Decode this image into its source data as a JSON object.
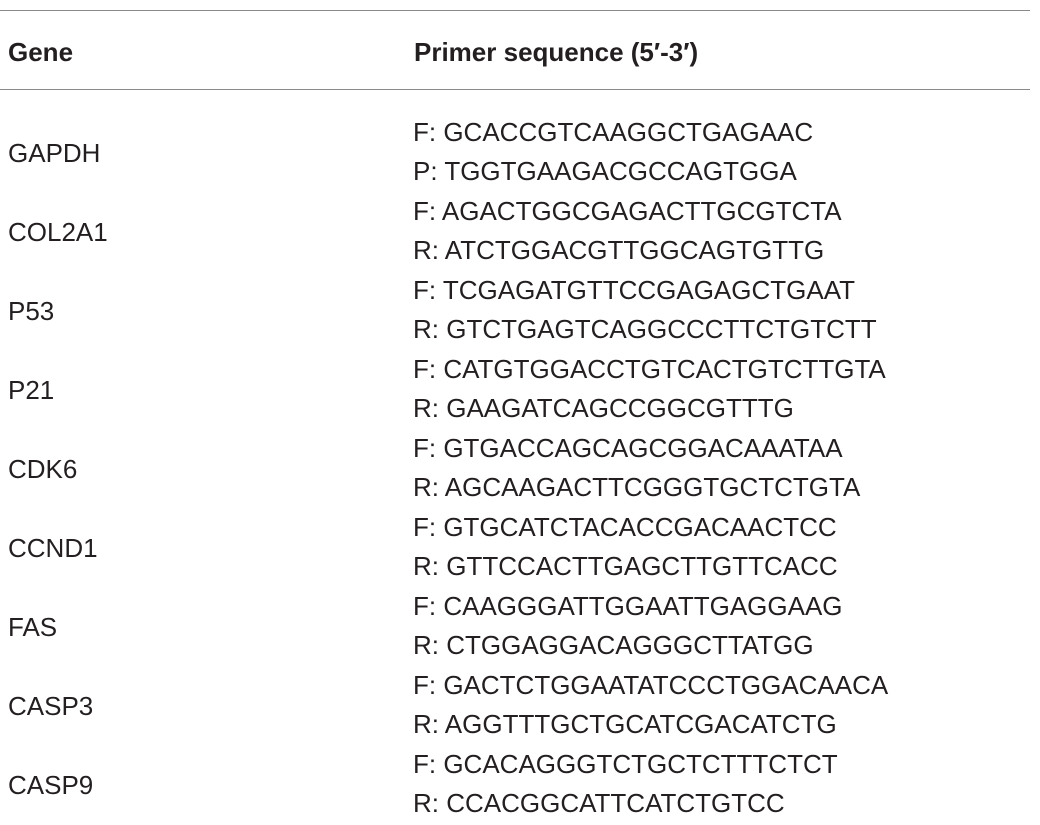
{
  "table": {
    "header": {
      "gene": "Gene",
      "sequence": "Primer sequence (5′-3′)"
    },
    "rows": [
      {
        "gene": "GAPDH",
        "forward": "F: GCACCGTCAAGGCTGAGAAC",
        "reverse": "P: TGGTGAAGACGCCAGTGGA"
      },
      {
        "gene": "COL2A1",
        "forward": "F: AGACTGGCGAGACTTGCGTCTA",
        "reverse": "R: ATCTGGACGTTGGCAGTGTTG"
      },
      {
        "gene": "P53",
        "forward": "F: TCGAGATGTTCCGAGAGCTGAAT",
        "reverse": "R: GTCTGAGTCAGGCCCTTCTGTCTT"
      },
      {
        "gene": "P21",
        "forward": "F: CATGTGGACCTGTCACTGTCTTGTA",
        "reverse": "R: GAAGATCAGCCGGCGTTTG"
      },
      {
        "gene": "CDK6",
        "forward": "F: GTGACCAGCAGCGGACAAATAA",
        "reverse": "R: AGCAAGACTTCGGGTGCTCTGTA"
      },
      {
        "gene": "CCND1",
        "forward": "F: GTGCATCTACACCGACAACTCC",
        "reverse": "R: GTTCCACTTGAGCTTGTTCACC"
      },
      {
        "gene": "FAS",
        "forward": "F: CAAGGGATTGGAATTGAGGAAG",
        "reverse": "R: CTGGAGGACAGGGCTTATGG"
      },
      {
        "gene": "CASP3",
        "forward": "F: GACTCTGGAATATCCCTGGACAACA",
        "reverse": "R: AGGTTTGCTGCATCGACATCTG"
      },
      {
        "gene": "CASP9",
        "forward": "F: GCACAGGGTCTGCTCTTTCTCT",
        "reverse": "R: CCACGGCATTCATCTGTCC"
      }
    ]
  }
}
